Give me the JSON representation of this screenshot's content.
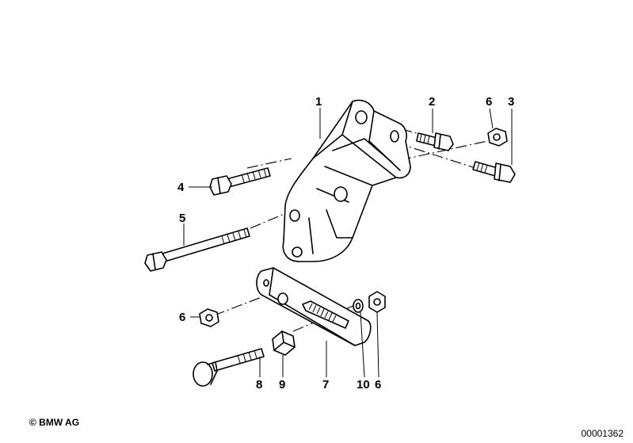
{
  "diagram": {
    "callouts": {
      "c1": "1",
      "c2": "2",
      "c3": "3",
      "c4": "4",
      "c5": "5",
      "c6a": "6",
      "c6b": "6",
      "c6c": "6",
      "c7": "7",
      "c8": "8",
      "c9": "9",
      "c10": "10"
    }
  },
  "footer": {
    "copyright": "© BMW AG",
    "reference": "00001362"
  }
}
